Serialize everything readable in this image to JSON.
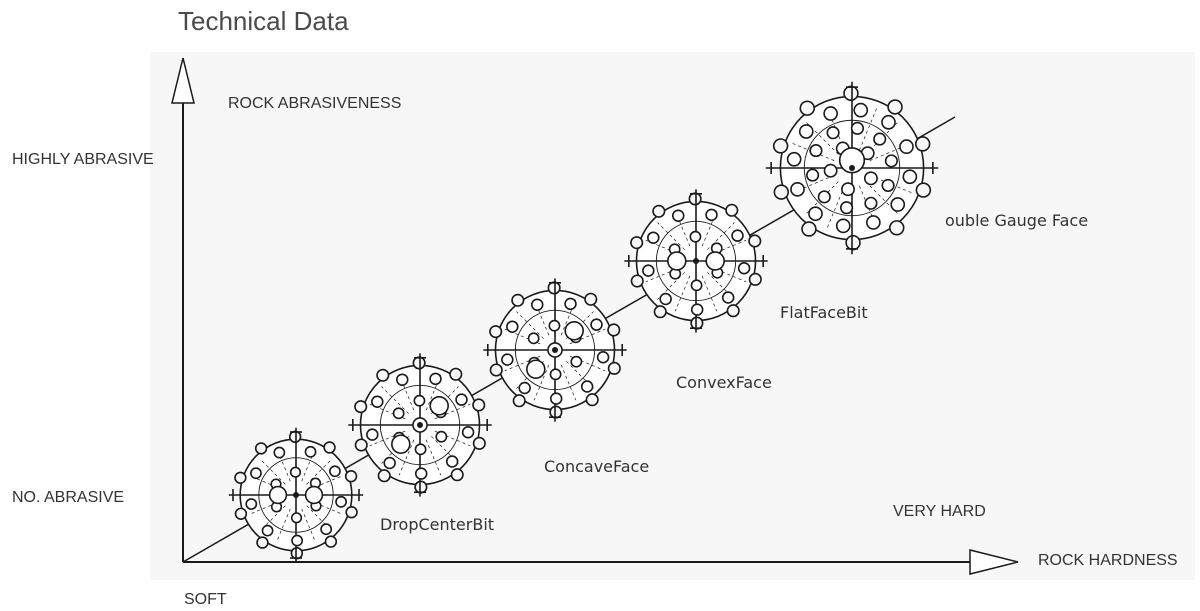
{
  "title": "Technical Data",
  "axes": {
    "y_title": "ROCK ABRASIVENESS",
    "y_high": "HIGHLY ABRASIVE",
    "y_low": "NO. ABRASIVE",
    "x_title": "ROCK HARDNESS",
    "x_low": "SOFT",
    "x_high": "VERY HARD"
  },
  "bits": [
    {
      "label": "DropCenterBit",
      "face": "drop-center"
    },
    {
      "label": "ConcaveFace",
      "face": "concave"
    },
    {
      "label": "ConvexFace",
      "face": "convex"
    },
    {
      "label": "FlatFaceBit",
      "face": "flat"
    },
    {
      "label": "ouble Gauge Face",
      "face": "double-gauge"
    }
  ],
  "colors": {
    "line": "#1a1a1a",
    "panel": "#f7f7f7",
    "text": "#333333"
  }
}
